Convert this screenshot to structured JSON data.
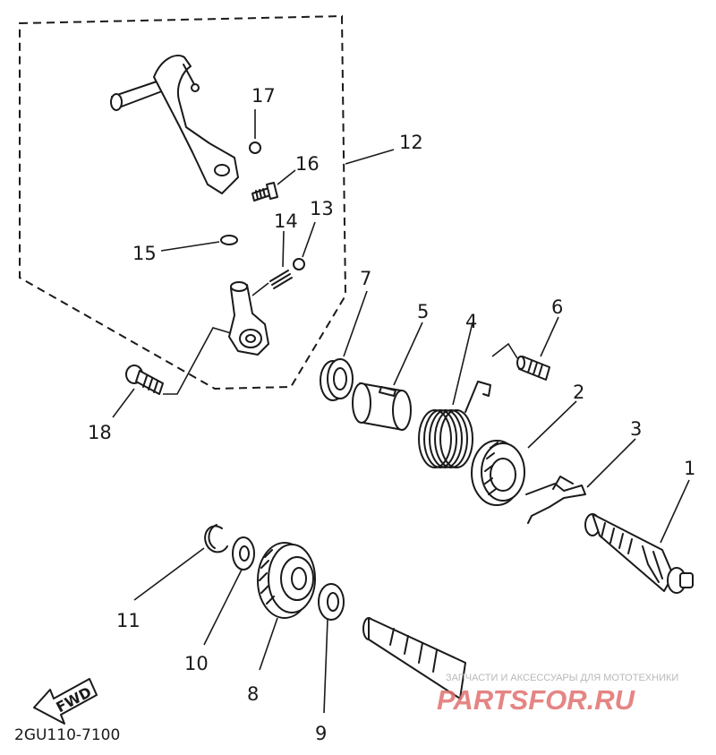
{
  "diagram": {
    "drawing_code": "2GU110-7100",
    "fwd_label": "FWD",
    "callouts": {
      "p1": "1",
      "p2": "2",
      "p3": "3",
      "p4": "4",
      "p5": "5",
      "p6": "6",
      "p7": "7",
      "p8": "8",
      "p9": "9",
      "p10": "10",
      "p11": "11",
      "p12": "12",
      "p13": "13",
      "p14": "14",
      "p15": "15",
      "p16": "16",
      "p17": "17",
      "p18": "18"
    }
  },
  "watermark": {
    "tagline": "ЗАПЧАСТИ И АКСЕССУАРЫ ДЛЯ МОТОТЕХНИКИ",
    "brand": "PARTSFOR.RU",
    "color": "#e0706e"
  }
}
